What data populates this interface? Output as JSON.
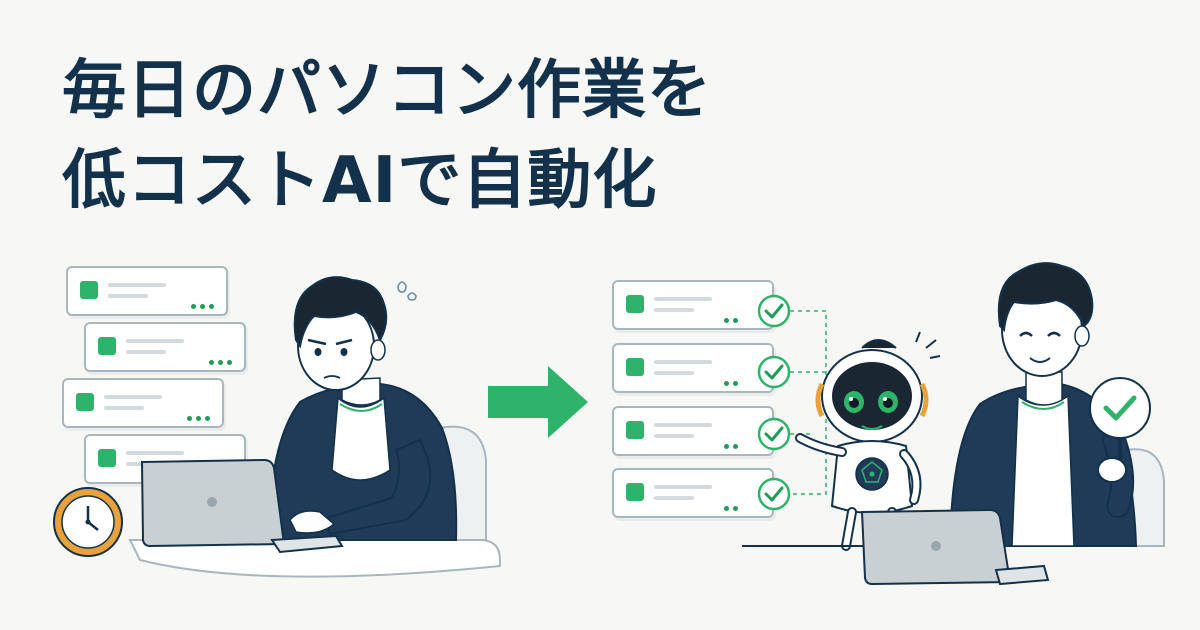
{
  "headline": {
    "line1": "毎日のパソコン作業を",
    "line2": "低コストAIで自動化"
  },
  "colors": {
    "navy": "#13314a",
    "green": "#2fb36b",
    "background": "#f7f8f6",
    "clock_orange": "#e9a23b"
  },
  "icons": {
    "arrow": "right-arrow-icon",
    "check": "checkmark-icon",
    "clock": "clock-icon",
    "sweat": "sweat-drop-icon"
  },
  "before": {
    "task_cards": 4,
    "state": "manual work, tired"
  },
  "after": {
    "task_cards": 4,
    "completed_tasks": 4,
    "state": "automated by robot, happy"
  }
}
